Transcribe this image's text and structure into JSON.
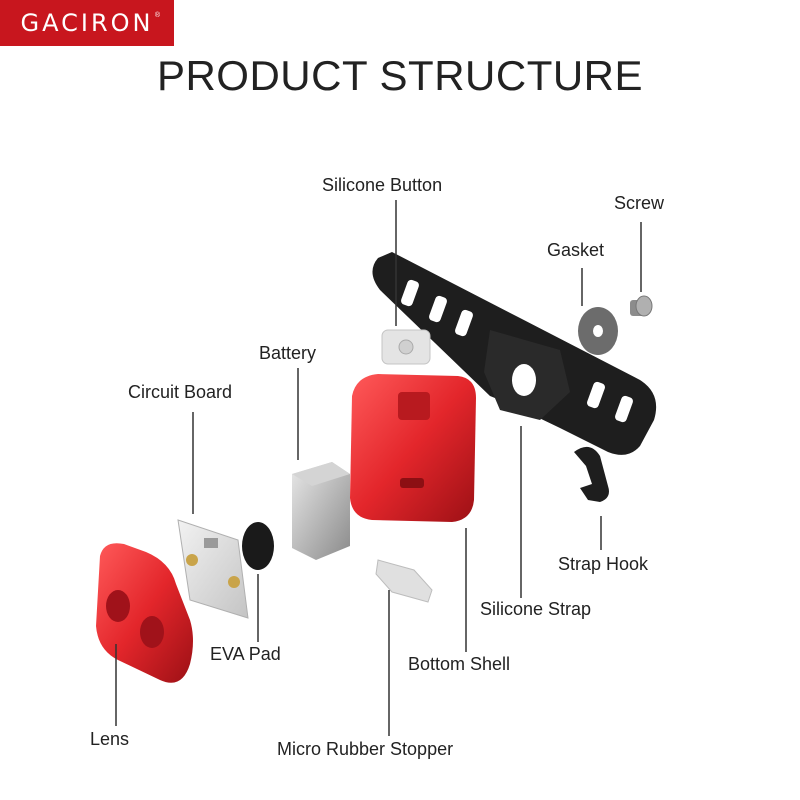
{
  "brand": {
    "logo_text": "GACIRON",
    "registered_mark": "®",
    "logo_color": "#c8161e"
  },
  "title": "PRODUCT STRUCTURE",
  "colors": {
    "shell_red": "#e3262b",
    "strap_black": "#202020",
    "leader_line": "#333333"
  },
  "parts": {
    "silicone_button": "Silicone Button",
    "screw": "Screw",
    "gasket": "Gasket",
    "battery": "Battery",
    "circuit_board": "Circuit Board",
    "strap_hook": "Strap Hook",
    "silicone_strap": "Silicone Strap",
    "eva_pad": "EVA Pad",
    "bottom_shell": "Bottom Shell",
    "lens": "Lens",
    "micro_rubber_stopper": "Micro Rubber Stopper"
  }
}
